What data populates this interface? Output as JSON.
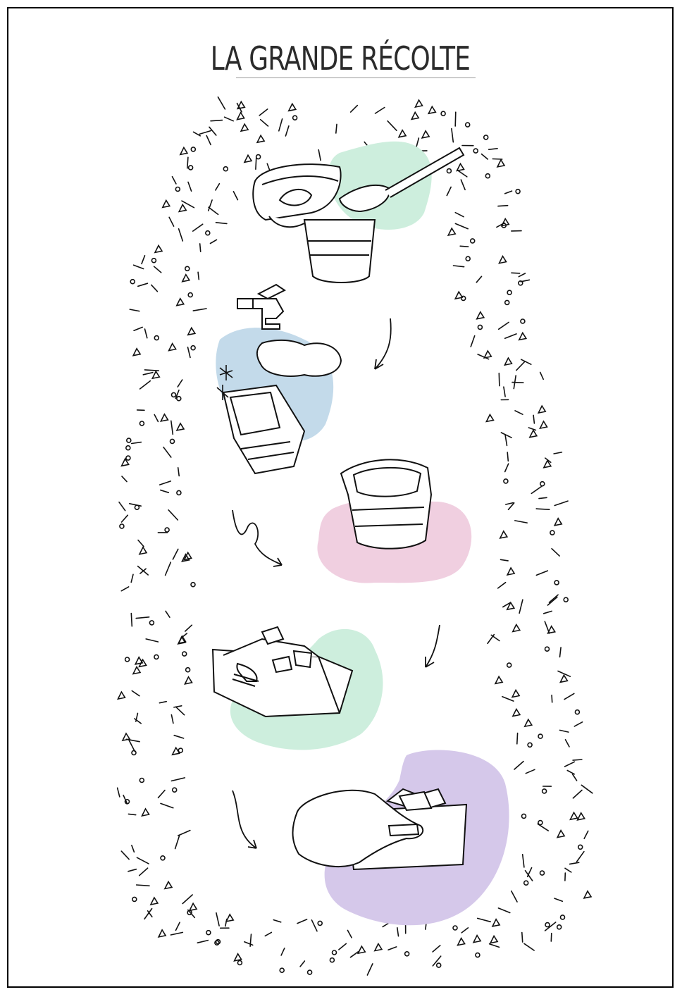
{
  "title": "LA GRANDE RÉCOLTE",
  "colors": {
    "mint": "#cdeedd",
    "blue": "#c3daea",
    "pink": "#f0cfe0",
    "purple": "#d5c8ea",
    "ink": "#111111"
  },
  "steps": [
    {
      "name": "eat-yogurt",
      "icon": "yogurt-cup-with-spoon-icon"
    },
    {
      "name": "rinse-cup",
      "icon": "faucet-and-sponge-icon"
    },
    {
      "name": "keep-clean-cup",
      "icon": "clean-cup-icon"
    },
    {
      "name": "collect-in-box",
      "icon": "box-of-cups-icon"
    },
    {
      "name": "bring-box",
      "icon": "hand-carrying-box-icon"
    }
  ]
}
